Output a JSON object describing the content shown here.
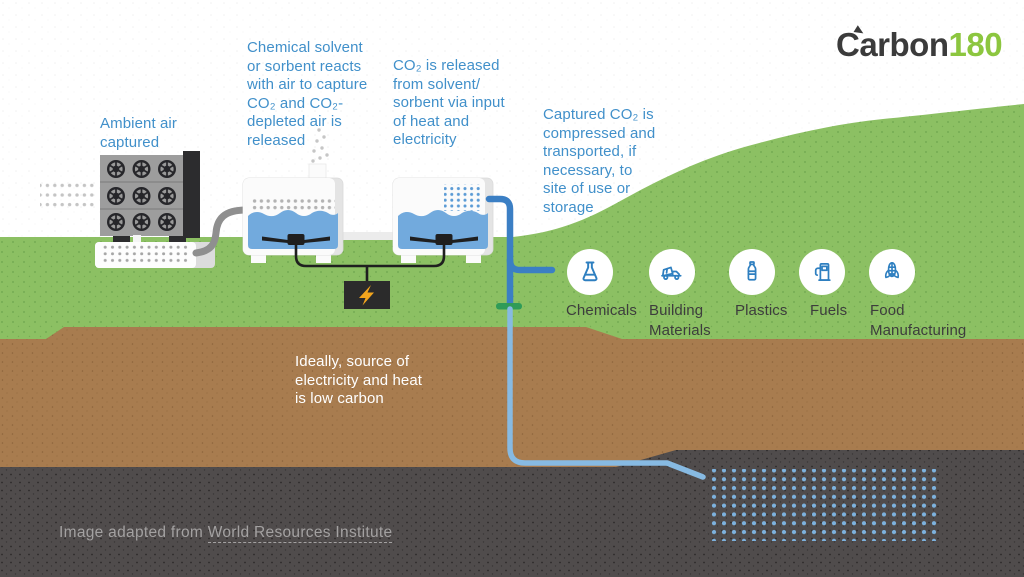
{
  "logo": {
    "prefix": "Carbon",
    "suffix": "180"
  },
  "annotations": {
    "ambient": "Ambient air\ncaptured",
    "solvent": "Chemical solvent\nor sorbent reacts\nwith air to capture\nCO₂ and CO₂-\ndepleted air is\nreleased",
    "release": "CO₂ is released\nfrom solvent/\nsorbent via input\nof heat and\nelectricity",
    "transport": "Captured CO₂ is\ncompressed and\ntransported, if\nnecessary, to\nsite of use or\nstorage",
    "low_carbon": "Ideally, source of\nelectricity and heat\nis low carbon"
  },
  "products": {
    "items": [
      {
        "label": "Chemicals",
        "icon": "flask-icon"
      },
      {
        "label": "Building\nMaterials",
        "icon": "mixer-truck-icon"
      },
      {
        "label": "Plastics",
        "icon": "bottle-icon"
      },
      {
        "label": "Fuels",
        "icon": "fuel-pump-icon"
      },
      {
        "label": "Food\nManufacturing",
        "icon": "corn-icon"
      }
    ]
  },
  "credit": {
    "prefix": "Image adapted from ",
    "link": "World Resources Institute"
  },
  "colors": {
    "annotation_blue": "#4190ca",
    "grass_green": "#8cc063",
    "soil_brown": "#a87c4f",
    "rock_gray": "#504c4c",
    "logo_green": "#8cc63f",
    "logo_dark": "#3b3b3b",
    "icon_blue": "#2e7fc0",
    "pipe_blue": "#3b7fc4",
    "pipe_light_blue": "#87bae2",
    "liquid_blue": "#72aadd",
    "lightning_yellow": "#f2a51d",
    "wellhead_green": "#2f9b58",
    "label_dark": "#3d3d3d",
    "credit_gray": "#a3a1a1"
  }
}
